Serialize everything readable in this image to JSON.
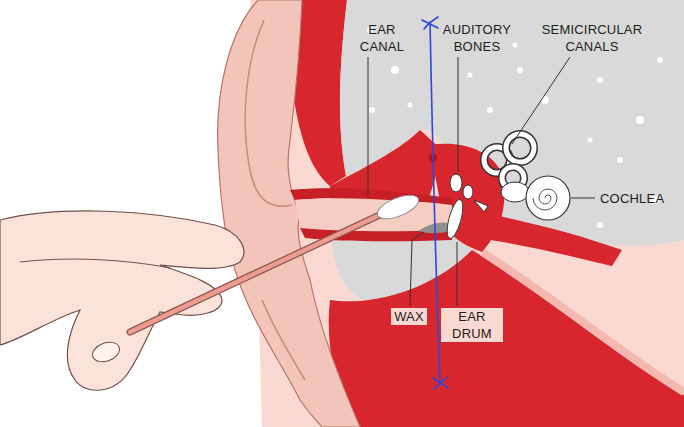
{
  "diagram": {
    "labels": [
      "EAR CANAL",
      "AUDITORY BONES",
      "SEMICIRCULAR CANALS",
      "COCHLEA",
      "WAX",
      "EAR DRUM"
    ]
  }
}
